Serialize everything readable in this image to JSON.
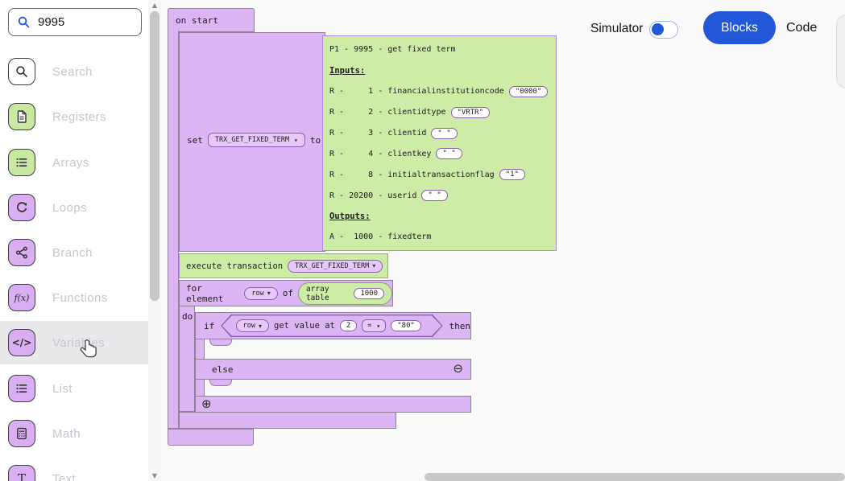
{
  "header": {
    "simulator_label": "Simulator",
    "blocks_button": "Blocks",
    "code_button": "Code"
  },
  "sidebar": {
    "search_value": "9995",
    "items": [
      {
        "label": "Search"
      },
      {
        "label": "Registers"
      },
      {
        "label": "Arrays"
      },
      {
        "label": "Loops"
      },
      {
        "label": "Branch"
      },
      {
        "label": "Functions",
        "glyph": "f(x)"
      },
      {
        "label": "Variables",
        "glyph": "</>"
      },
      {
        "label": "List"
      },
      {
        "label": "Math"
      },
      {
        "label": "Text",
        "glyph": "T"
      }
    ]
  },
  "workspace": {
    "on_start_label": "on start",
    "set_block": {
      "set": "set",
      "variable": "TRX_GET_FIXED_TERM",
      "to": "to"
    },
    "info_block": {
      "title": "P1 - 9995 - get fixed term",
      "inputs_heading": "Inputs:",
      "outputs_heading": "Outputs:",
      "rows": [
        {
          "label": "R -     1 - financialinstitutioncode",
          "value": "\"0000\""
        },
        {
          "label": "R -     2 - clientidtype",
          "value": "\"VRTR\""
        },
        {
          "label": "R -     3 - clientid",
          "value": "\" \""
        },
        {
          "label": "R -     4 - clientkey",
          "value": "\" \""
        },
        {
          "label": "R -     8 - initialtransactionflag",
          "value": "\"1\""
        },
        {
          "label": "R - 20200 - userid",
          "value": "\" \""
        }
      ],
      "output_row": "A -  1000 - fixedterm"
    },
    "execute_block": {
      "label": "execute transaction",
      "transaction": "TRX_GET_FIXED_TERM"
    },
    "for_block": {
      "for": "for element",
      "element": "row",
      "of": "of",
      "array_label": "array table",
      "array_value": "1000",
      "do": "do"
    },
    "if_block": {
      "if": "if",
      "row": "row",
      "cond": "get value at",
      "index": "2",
      "operator": "=",
      "value": "\"80\"",
      "then": "then",
      "else": "else"
    }
  },
  "icons": {
    "caret": "▾",
    "minus": "⊖",
    "plus": "⊕",
    "scroll_up": "▲",
    "scroll_down": "▼"
  },
  "colors": {
    "accent_blue": "#2257d9",
    "block_purple": "#dcb6f4",
    "block_green": "#cdeca6",
    "field_purple": "#e6c9f9"
  }
}
